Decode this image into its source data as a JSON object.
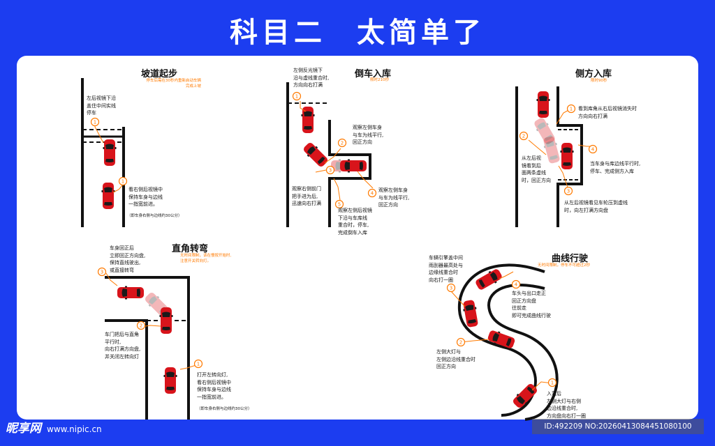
{
  "title": {
    "part1": "科目二",
    "part2": "太简单了"
  },
  "sections": {
    "hill": {
      "title": "坡道起步",
      "subtitle": [
        "停车后需在30秒内重新启动车辆",
        "完成上坡"
      ],
      "step_top": [
        "左后视镜下沿",
        "盖住中间实线",
        "停车"
      ],
      "step1": [
        "看右侧后视镜中",
        "保持车身与边线",
        "一指宽前进。"
      ],
      "note": "（即车身右侧与边线约30公分）",
      "markers": [
        "1",
        "1"
      ]
    },
    "reverse": {
      "title": "倒车入库",
      "subtitle": "限时210秒",
      "step1": [
        "左侧反光镜下",
        "沿与虚线重合时,",
        "方向向右打满"
      ],
      "step2": [
        "观察左侧车身",
        "与车为线平行,",
        "回正方向"
      ],
      "step3": [
        "观察右侧前门",
        "把手进为后,",
        "迅速向右打满"
      ],
      "step4": [
        "观察左侧车身",
        "与车为线平行,",
        "回正方向"
      ],
      "step5": [
        "观察左侧后视镜",
        "下沿与车库线",
        "重合时，停车,",
        "完成倒车入库"
      ],
      "markers": [
        "1",
        "2",
        "3",
        "4",
        "5"
      ]
    },
    "parallel": {
      "title": "侧方入库",
      "subtitle": "限时90秒",
      "step1": [
        "看到库角从右后视镜消失时",
        "方向向右打满"
      ],
      "step2": [
        "从左后视",
        "镜看到后",
        "面两条虚线",
        "时，回正方向"
      ],
      "step3": [
        "从左后视镜看见车轮压到虚线",
        "时，向左打满方向盘"
      ],
      "step4": [
        "当车身与库边线平行时,",
        "停车、完成侧方入库"
      ],
      "markers": [
        "1",
        "2",
        "3",
        "4"
      ]
    },
    "rightangle": {
      "title": "直角转弯",
      "subtitle": [
        "无时间限制，该在慢按开始时,",
        "注意开关转向灯。"
      ],
      "step3": [
        "车身回正后",
        "立即回正方向盘,",
        "保持直线驶出,",
        "或直接转弯"
      ],
      "step2": [
        "车门把后与直角",
        "平行时,",
        "向右打满方向盘,",
        "并关闭左转向灯"
      ],
      "step1": [
        "打开左转向灯,",
        "看右侧后视镜中",
        "保持车身与边线",
        "一指宽前进。"
      ],
      "note": "（即车身右侧与边线约30公分）",
      "markers": [
        "1",
        "2",
        "3"
      ]
    },
    "curve": {
      "title": "曲线行驶",
      "subtitle": "无时间限制，停车不可超过2秒",
      "step3": [
        "车辆引擎盖中间",
        "雨刮器最高处与",
        "边缘线重合时",
        "向右打一圈"
      ],
      "step4": [
        "车头与出口走正",
        "回正方向盘",
        "往前走",
        "即可完成曲线行驶"
      ],
      "step2": [
        "左侧大灯与",
        "左侧边沿线重合时",
        "回正方向"
      ],
      "step1": [
        "入弯后",
        "左侧大灯与右侧",
        "边沿线重合时,",
        "方向盘向右打一圈"
      ],
      "markers": [
        "1",
        "2",
        "3",
        "4"
      ]
    }
  },
  "watermark": {
    "brand": "昵享网",
    "url": "www.nipic.cn"
  },
  "image_id": "ID:492209 NO:20260413084451080100",
  "colors": {
    "background": "#1c3df0",
    "car": "#d8141b",
    "marker": "#ff7a00"
  }
}
